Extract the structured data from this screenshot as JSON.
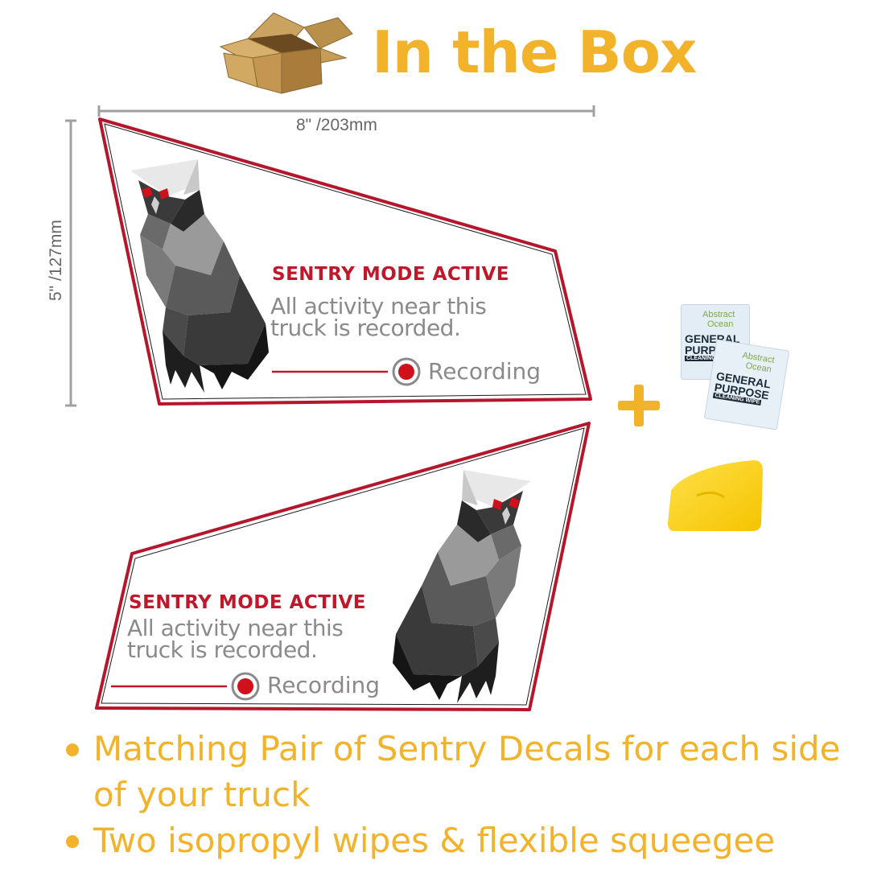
{
  "header": {
    "title": "In the Box",
    "box_icon": "cardboard-box-icon"
  },
  "dimensions": {
    "width_label": "8\" /203mm",
    "height_label": "5\" /127mm"
  },
  "decals": [
    {
      "heading": "SENTRY MODE ACTIVE",
      "line1": "All activity near this",
      "line2": "truck is recorded.",
      "recording_label": "Recording"
    },
    {
      "heading": "SENTRY MODE ACTIVE",
      "line1": "All activity near this",
      "line2": "truck is recorded.",
      "recording_label": "Recording"
    }
  ],
  "wipes": {
    "brand_line1": "Abstract",
    "brand_line2": "Ocean",
    "product_line1": "GENERAL",
    "product_line2": "PURPOSE",
    "product_line3": "CLEANING WIPE"
  },
  "icons": {
    "plus": "plus-icon",
    "squeegee": "squeegee-icon",
    "owl": "owl-icon",
    "record": "record-dot-icon"
  },
  "colors": {
    "accent": "#F2B32B",
    "decal_border": "#B5162B",
    "heading_red": "#C0172B",
    "body_gray": "#8A8A8A",
    "squeegee_yellow": "#FFD21A"
  },
  "bullets": [
    {
      "line1": "Matching Pair of Sentry Decals for each side",
      "line2": "of your truck"
    },
    {
      "line1": "Two isopropyl wipes & flexible squeegee"
    }
  ]
}
